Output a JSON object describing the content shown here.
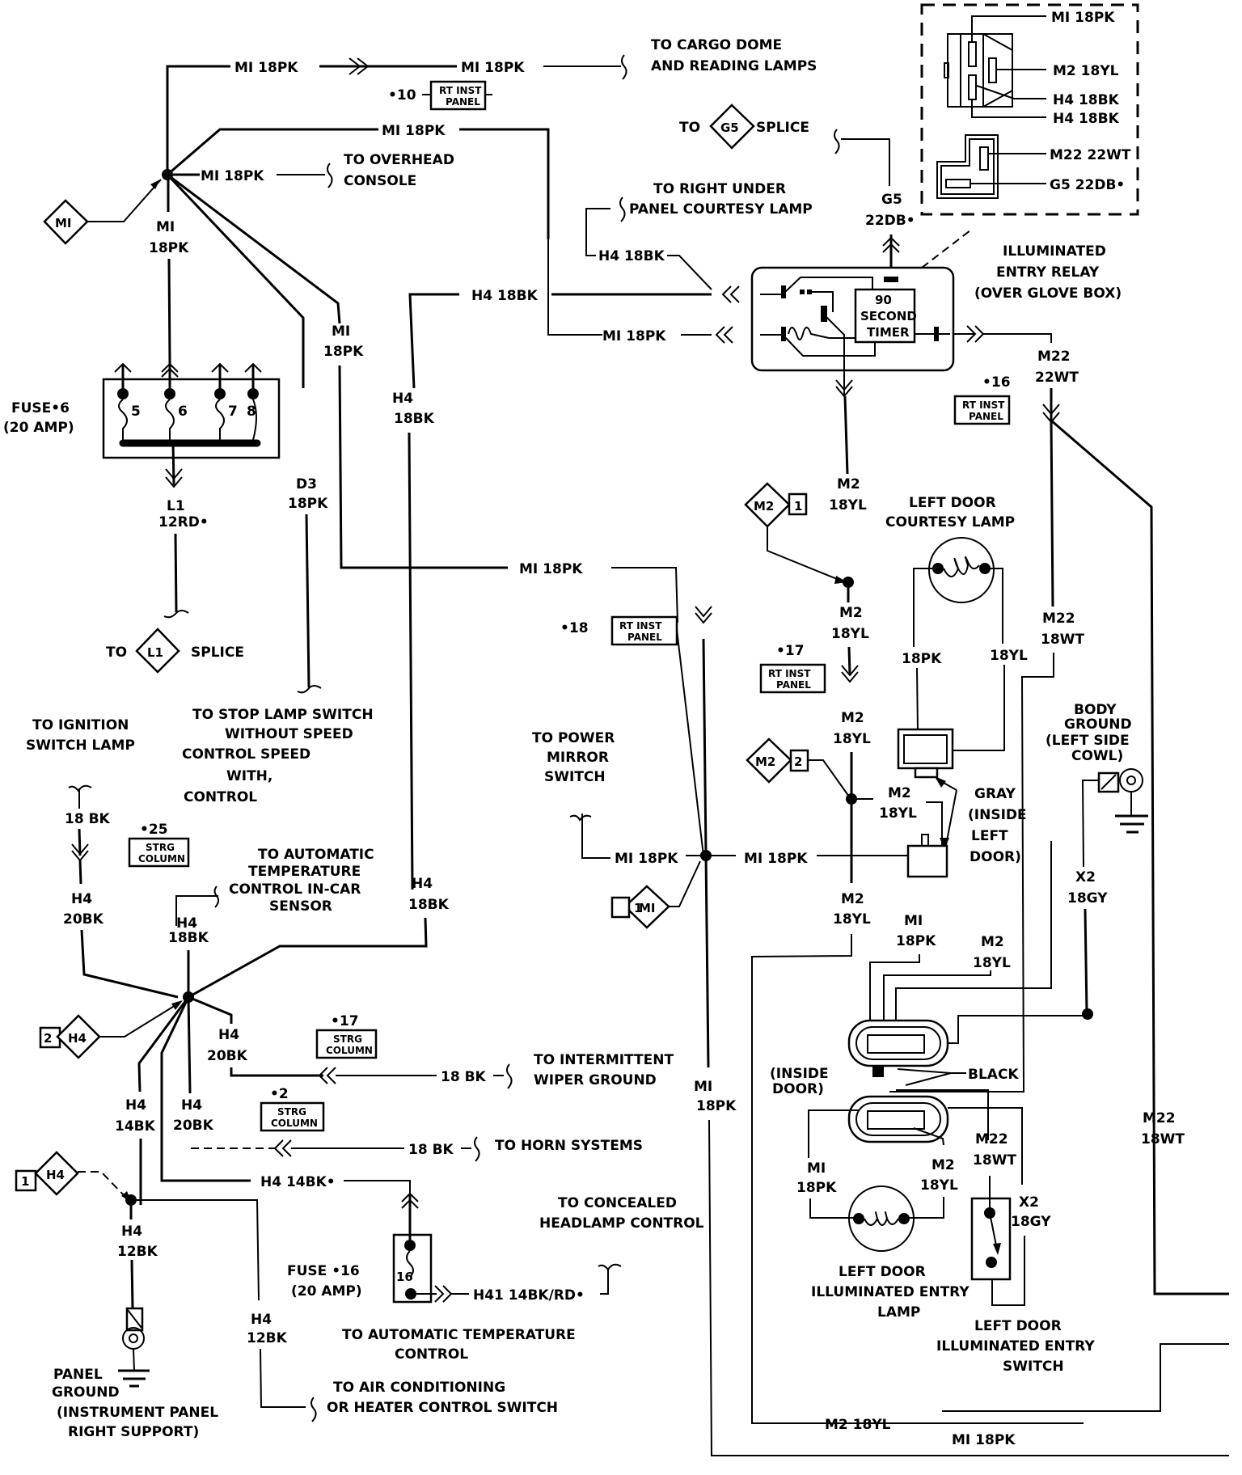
{
  "diagram": {
    "title": "Illuminated Entry / Courtesy Lamp Wiring",
    "colors": {
      "ink": "#000000",
      "paper": "#ffffff"
    },
    "wires": {
      "m1_top": "MI  18PK",
      "m1_top2": "MI  18PK",
      "m1_mid": "MI  18PK",
      "m1_console": "MI  18PK",
      "m1_vert_a": "MI",
      "m1_vert_b": "18PK",
      "m1_diag_a": "MI",
      "m1_diag_b": "18PK",
      "d3_a": "D3",
      "d3_b": "18PK",
      "h4_top": "H4  18BK",
      "h4_lamp": "H4  18BK",
      "m1_relay": "MI  18PK",
      "h4_vert_a": "H4",
      "h4_vert_b": "18BK",
      "l1_a": "L1",
      "l1_b": "12RD•",
      "g5_a": "G5",
      "g5_b": "22DB•",
      "m22_a": "M22",
      "m22_b": "22WT",
      "m2_a1": "M2",
      "m2_b1": "18YL",
      "m2_a2": "M2",
      "m2_b2": "18YL",
      "m2_a3": "M2",
      "m2_b3": "18YL",
      "m2_a4": "M2",
      "m2_b4": "18YL",
      "m2_a5": "M2",
      "m2_b5": "18YL",
      "m2_a6": "M2",
      "m2_b6": "18YL",
      "m1_mirror_mid": "MI  18PK",
      "m1_mirror_left": "MI  18PK",
      "m1_mirror_right": "MI  18PK",
      "m1_door_a": "MI",
      "m1_door_b": "18PK",
      "m1_long_a": "MI",
      "m1_long_b": "18PK",
      "courtesy_pk": "18PK",
      "courtesy_yl": "18YL",
      "m22_wt_a": "M22",
      "m22_wt_b": "18WT",
      "x2_a": "X2",
      "x2_b": "18GY",
      "m22_far_a": "M22",
      "m22_far_b": "18WT",
      "entry_m1_a": "MI",
      "entry_m1_b": "18PK",
      "entry_m2_a": "M2",
      "entry_m2_b": "18YL",
      "entry_m22_a": "M22",
      "entry_m22_b": "18WT",
      "entry_x2_a": "X2",
      "entry_x2_b": "18GY",
      "bottom_m2": "M2  18YL",
      "bottom_m1": "MI  18PK",
      "bk18_ign": "18 BK",
      "h4_20bk_a": "H4",
      "h4_20bk_b": "20BK",
      "h4_18bk_a": "H4",
      "h4_18bk_b": "18BK",
      "h4_18bk2_a": "H4",
      "h4_18bk2_b": "18BK",
      "h4_20bk2_a": "H4",
      "h4_20bk2_b": "20BK",
      "h4_20bk3_a": "H4",
      "h4_20bk3_b": "20BK",
      "h4_14bk_a": "H4",
      "h4_14bk_b": "14BK",
      "h4_14bk_star": "H4  14BK•",
      "bk18_wiper": "18 BK",
      "bk18_horn": "18 BK",
      "h4_12bk_a": "H4",
      "h4_12bk_b": "12BK",
      "h4_12bk2_a": "H4",
      "h4_12bk2_b": "12BK",
      "h41": "H41  14BK/RD•"
    },
    "destinations": {
      "cargo_dome_1": "TO CARGO DOME",
      "cargo_dome_2": "AND READING LAMPS",
      "overhead_1": "TO OVERHEAD",
      "overhead_2": "CONSOLE",
      "g5_to": "TO",
      "g5_splice": "SPLICE",
      "right_under_1": "TO RIGHT UNDER",
      "right_under_2": "PANEL COURTESY LAMP",
      "l1_to": "TO",
      "l1_splice": "SPLICE",
      "stop_1": "TO STOP LAMP SWITCH",
      "stop_2": "WITHOUT SPEED",
      "stop_3": "CONTROL SPEED",
      "stop_4": "WITH,",
      "stop_5": "CONTROL",
      "ign_1": "TO IGNITION",
      "ign_2": "SWITCH LAMP",
      "atc_sensor_1": "TO AUTOMATIC",
      "atc_sensor_2": "TEMPERATURE",
      "atc_sensor_3": "CONTROL IN-CAR",
      "atc_sensor_4": "SENSOR",
      "mirror_1": "TO POWER",
      "mirror_2": "MIRROR",
      "mirror_3": "SWITCH",
      "wiper_1": "TO INTERMITTENT",
      "wiper_2": "WIPER GROUND",
      "horn": "TO HORN SYSTEMS",
      "headlamp_1": "TO CONCEALED",
      "headlamp_2": "HEADLAMP CONTROL",
      "atc_1": "TO AUTOMATIC TEMPERATURE",
      "atc_2": "CONTROL",
      "ac_1": "TO AIR CONDITIONING",
      "ac_2": "OR HEATER CONTROL SWITCH"
    },
    "components": {
      "fuse6_1": "FUSE•6",
      "fuse6_2": "(20 AMP)",
      "fuse6_slots": [
        "5",
        "6",
        "7",
        "8"
      ],
      "fuse16_1": "FUSE •16",
      "fuse16_2": "(20 AMP)",
      "fuse16_num": "16",
      "relay_1": "ILLUMINATED",
      "relay_2": "ENTRY RELAY",
      "relay_3": "(OVER GLOVE BOX)",
      "timer_1": "90",
      "timer_2": "SECOND",
      "timer_3": "TIMER",
      "courtesy_1": "LEFT DOOR",
      "courtesy_2": "COURTESY LAMP",
      "body_gnd_1": "BODY",
      "body_gnd_2": "GROUND",
      "body_gnd_3": "(LEFT SIDE",
      "body_gnd_4": "COWL)",
      "gray_1": "GRAY",
      "gray_2": "(INSIDE",
      "gray_3": "LEFT",
      "gray_4": "DOOR)",
      "black": "BLACK",
      "inside_door_1": "(INSIDE",
      "inside_door_2": "DOOR)",
      "entry_lamp_1": "LEFT DOOR",
      "entry_lamp_2": "ILLUMINATED ENTRY",
      "entry_lamp_3": "LAMP",
      "entry_sw_1": "LEFT DOOR",
      "entry_sw_2": "ILLUMINATED ENTRY",
      "entry_sw_3": "SWITCH",
      "panel_gnd_1": "PANEL",
      "panel_gnd_2": "GROUND",
      "panel_gnd_3": "(INSTRUMENT PANEL",
      "panel_gnd_4": "RIGHT SUPPORT)"
    },
    "connector_pinout": [
      {
        "label": "MI  18PK"
      },
      {
        "label": "M2  18YL"
      },
      {
        "label": "H4  18BK"
      },
      {
        "label": "H4  18BK"
      },
      {
        "label": "M22  22WT"
      },
      {
        "label": "G5  22DB•"
      }
    ],
    "splices": {
      "m1_main": "MI",
      "l1": "L1",
      "g5": "G5",
      "m2_1": "M2",
      "m2_1_num": "1",
      "m2_2": "M2",
      "m2_2_num": "2",
      "m1_1": "MI",
      "m1_1_num": "1",
      "h4_2": "H4",
      "h4_2_num": "2",
      "h4_1": "H4",
      "h4_1_num": "1"
    },
    "connectors": {
      "c10_num": "•10",
      "c10_1": "RT INST",
      "c10_2": "PANEL",
      "c16_num": "•16",
      "c16_1": "RT INST",
      "c16_2": "PANEL",
      "c18_num": "•18",
      "c18_1": "RT INST",
      "c18_2": "PANEL",
      "c17_num": "•17",
      "c17_1": "RT INST",
      "c17_2": "PANEL",
      "s25_num": "•25",
      "s25_1": "STRG",
      "s25_2": "COLUMN",
      "s17_num": "•17",
      "s17_1": "STRG",
      "s17_2": "COLUMN",
      "s2_num": "•2",
      "s2_1": "STRG",
      "s2_2": "COLUMN"
    }
  }
}
